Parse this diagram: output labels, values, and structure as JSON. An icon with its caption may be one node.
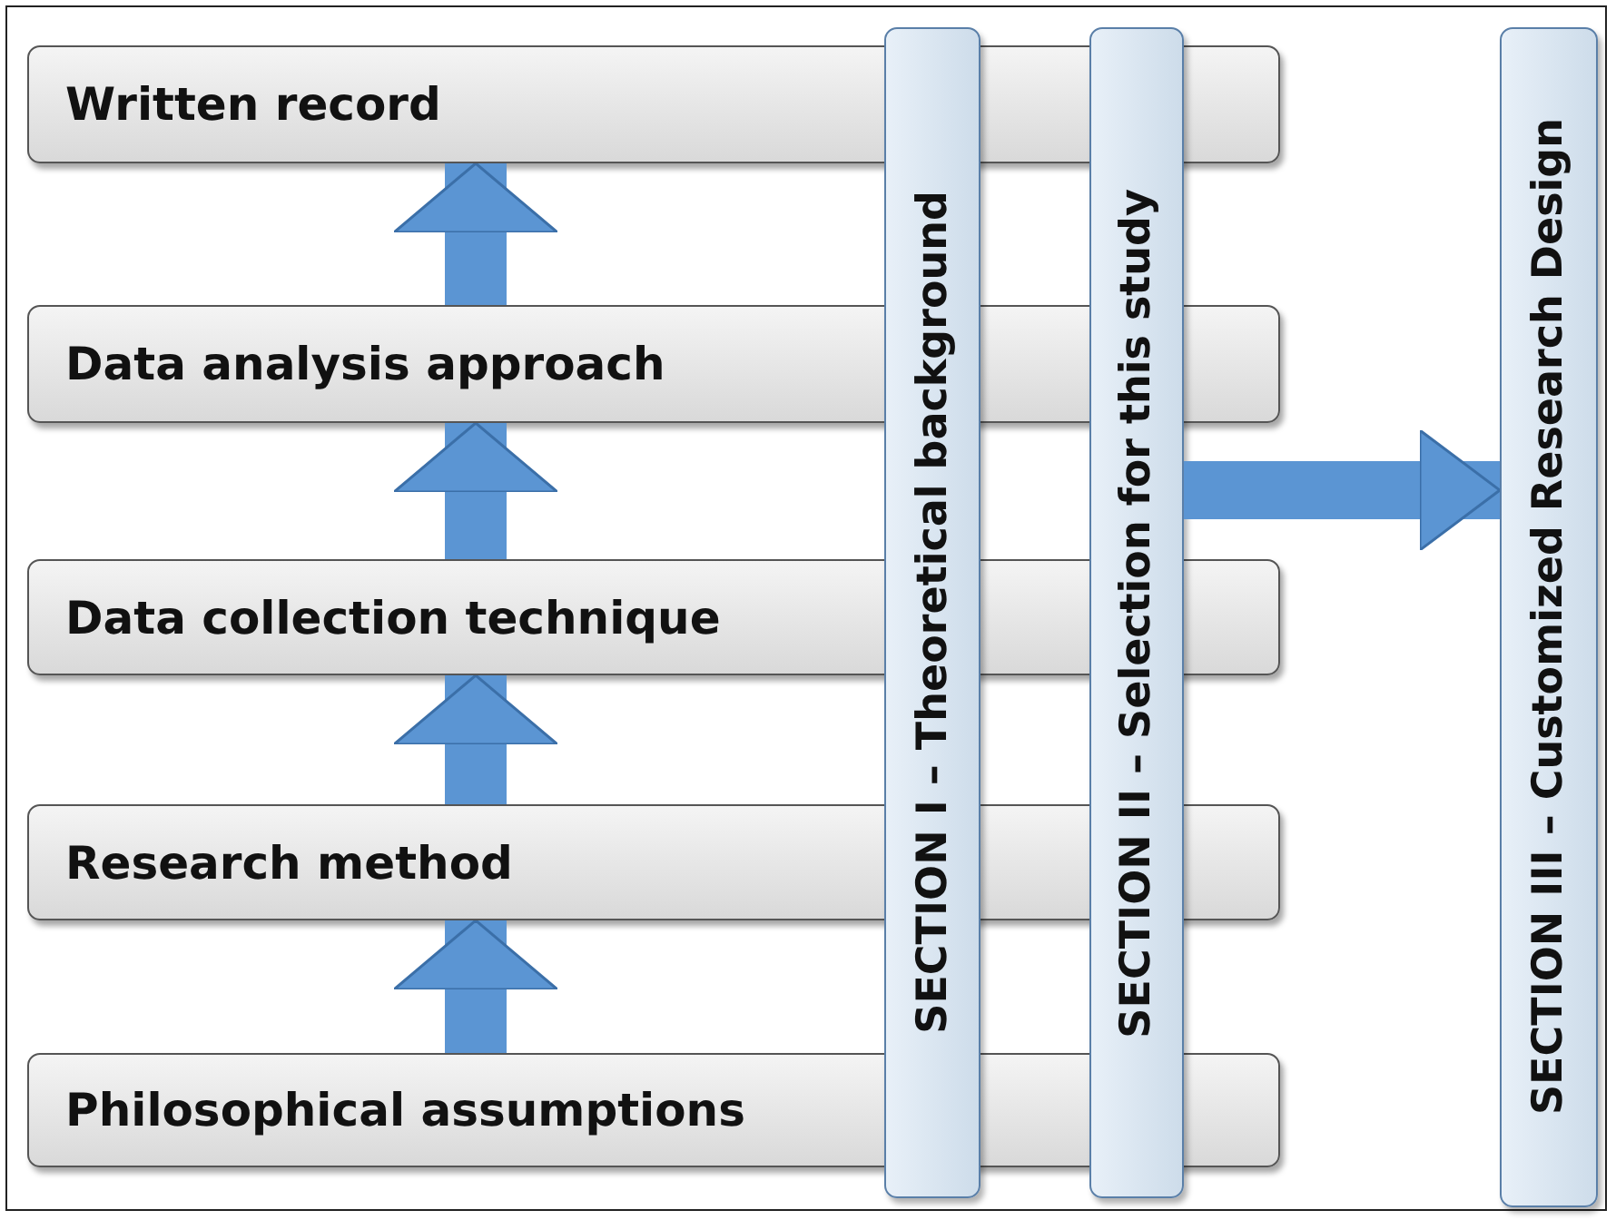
{
  "diagram": {
    "nodes": [
      {
        "text": [
          "Written record"
        ]
      },
      {
        "text": [
          "Data analysis approach"
        ]
      },
      {
        "text": [
          "Data collection technique"
        ]
      },
      {
        "text": [
          "Research method"
        ]
      },
      {
        "text": [
          "Philosophical assumptions"
        ]
      },
      {
        "text": [
          "SECTION I – Theoretical background"
        ]
      },
      {
        "text": [
          "SECTION II – Selection for this study"
        ]
      },
      {
        "text": [
          "SECTION III – Customized Research Design"
        ]
      }
    ],
    "edges": [
      {
        "from": 4,
        "to": 3,
        "arrow": "to"
      },
      {
        "from": 3,
        "to": 2,
        "arrow": "to"
      },
      {
        "from": 2,
        "to": 1,
        "arrow": "to"
      },
      {
        "from": 1,
        "to": 0,
        "arrow": "to"
      },
      {
        "from": 6,
        "to": 7,
        "arrow": "to"
      }
    ]
  }
}
